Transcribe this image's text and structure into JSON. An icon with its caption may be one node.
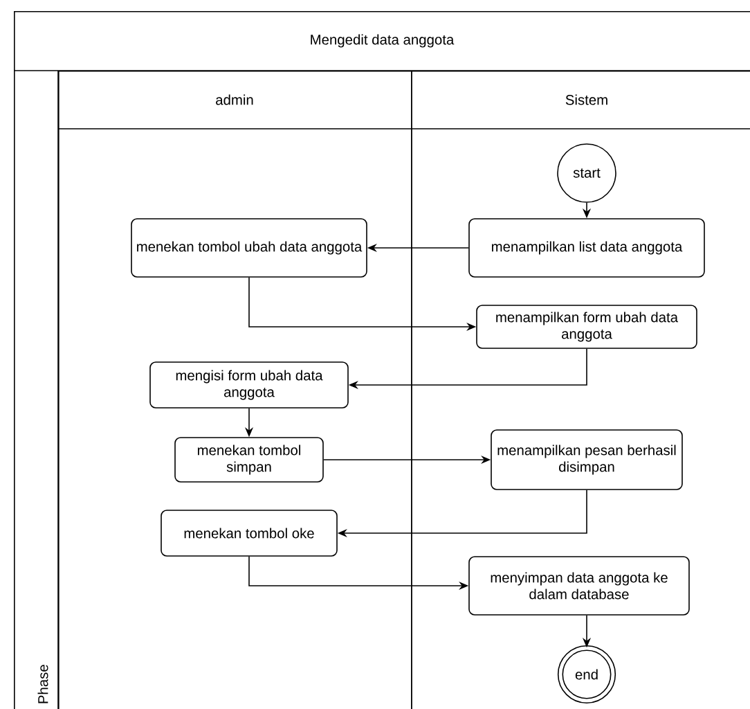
{
  "diagram": {
    "nodes": [
      {
        "text": [
          "Mengedit data anggota"
        ]
      },
      {
        "text": [
          "admin"
        ],
        "in": 0
      },
      {
        "text": [
          "Sistem"
        ],
        "in": 0
      },
      {
        "text": [
          "start"
        ],
        "in": 2
      },
      {
        "text": [
          "menampilkan list data anggota"
        ],
        "in": 2
      },
      {
        "text": [
          "menekan tombol ubah data anggota"
        ],
        "in": 1
      },
      {
        "text": [
          "menampilkan form ubah data anggota"
        ],
        "in": 2
      },
      {
        "text": [
          "mengisi form ubah data anggota"
        ],
        "in": 1
      },
      {
        "text": [
          "menekan tombol simpan"
        ],
        "in": 1
      },
      {
        "text": [
          "menampilkan pesan berhasil disimpan"
        ],
        "in": 2
      },
      {
        "text": [
          "menekan tombol oke"
        ],
        "in": 1
      },
      {
        "text": [
          "menyimpan data anggota ke dalam database"
        ],
        "in": 2
      },
      {
        "text": [
          "end"
        ],
        "in": 2
      }
    ],
    "edges": [
      {
        "from": 3,
        "to": 4,
        "arrow": "to"
      },
      {
        "from": 4,
        "to": 5,
        "arrow": "to"
      },
      {
        "from": 5,
        "to": 6,
        "arrow": "to"
      },
      {
        "from": 6,
        "to": 7,
        "arrow": "to"
      },
      {
        "from": 7,
        "to": 8,
        "arrow": "to"
      },
      {
        "from": 8,
        "to": 9,
        "arrow": "to"
      },
      {
        "from": 9,
        "to": 10,
        "arrow": "to"
      },
      {
        "from": 10,
        "to": 11,
        "arrow": "to"
      },
      {
        "from": 11,
        "to": 12,
        "arrow": "to"
      }
    ],
    "labels": [
      "Phase"
    ]
  }
}
